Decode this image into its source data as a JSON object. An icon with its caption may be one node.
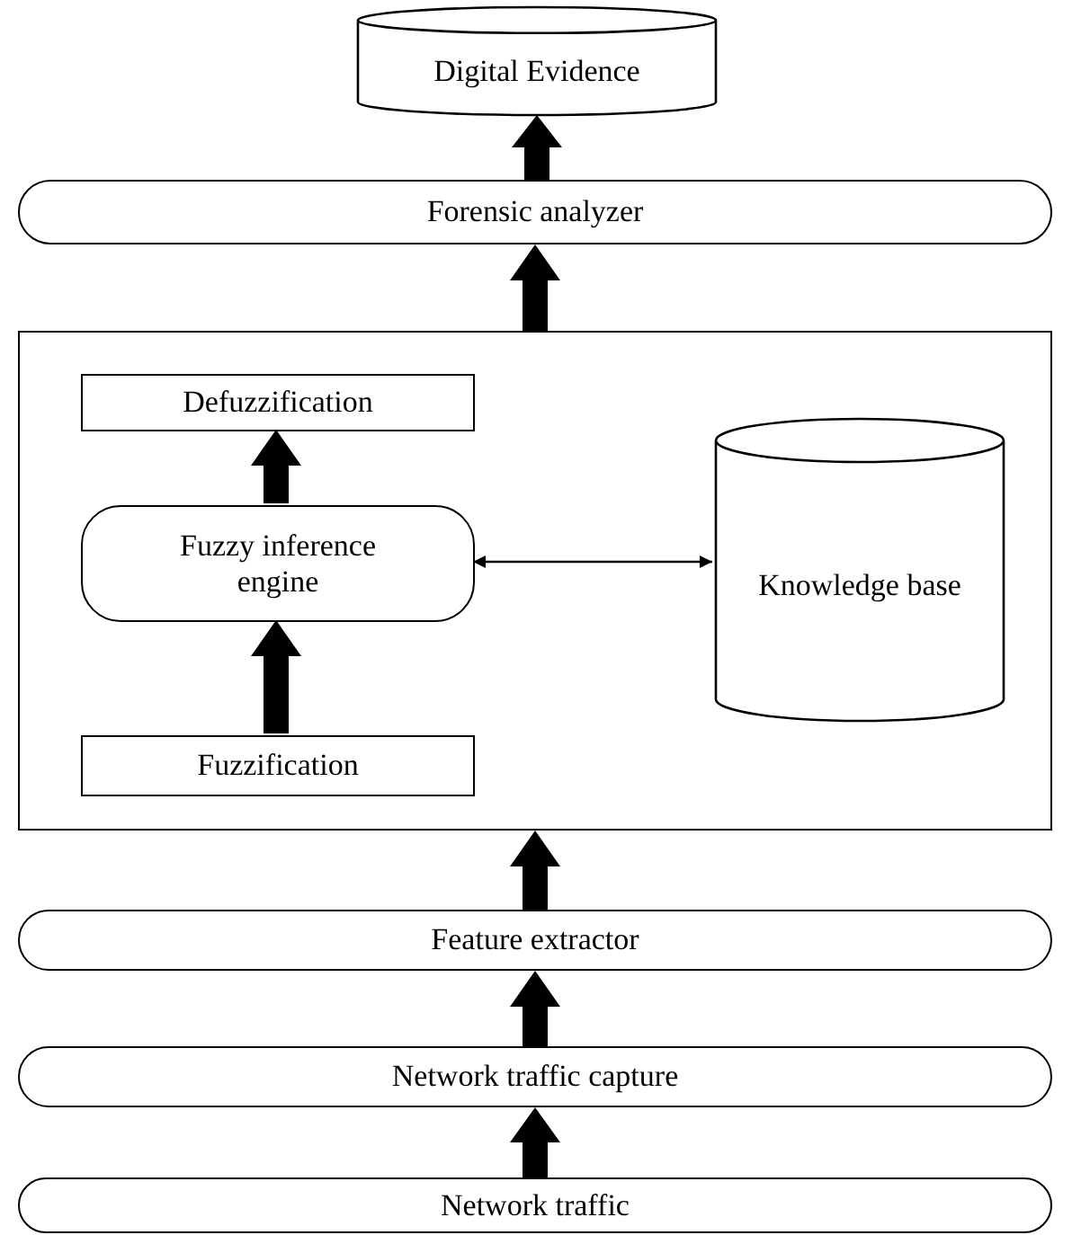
{
  "diagram": {
    "nodes": [
      {
        "text": [
          "Digital Evidence"
        ]
      },
      {
        "text": [
          "Forensic analyzer"
        ]
      },
      {
        "text": [],
        "shape": "box"
      },
      {
        "text": [
          "Defuzzification"
        ],
        "in": 2
      },
      {
        "text": [
          "Fuzzy inference engine"
        ],
        "in": 2
      },
      {
        "text": [
          "Knowledge base"
        ],
        "in": 2
      },
      {
        "text": [
          "Fuzzification"
        ],
        "in": 2
      },
      {
        "text": [
          "Feature extractor"
        ]
      },
      {
        "text": [
          "Network traffic capture"
        ]
      },
      {
        "text": [
          "Network traffic"
        ]
      }
    ],
    "edges": [
      {
        "from": 9,
        "to": 8,
        "arrow": "to",
        "style": "thick"
      },
      {
        "from": 8,
        "to": 7,
        "arrow": "to",
        "style": "thick"
      },
      {
        "from": 7,
        "to": 2,
        "arrow": "to",
        "style": "thick"
      },
      {
        "from": 6,
        "to": 4,
        "arrow": "to",
        "style": "thick"
      },
      {
        "from": 4,
        "to": 3,
        "arrow": "to",
        "style": "thick"
      },
      {
        "from": 4,
        "to": 5,
        "arrow": "both"
      },
      {
        "from": 2,
        "to": 1,
        "arrow": "to",
        "style": "thick"
      },
      {
        "from": 1,
        "to": 0,
        "arrow": "to",
        "style": "thick"
      }
    ]
  }
}
